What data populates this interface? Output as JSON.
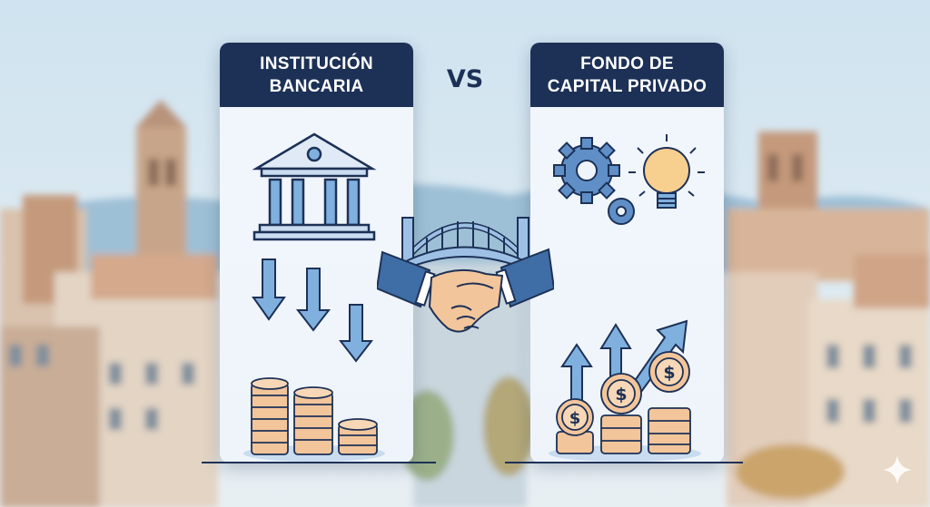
{
  "left_panel": {
    "title": "INSTITUCIÓN\nBANCARIA",
    "icons": [
      "bank-building-icon",
      "down-arrows-icon",
      "coin-stacks-icon"
    ]
  },
  "comparison": {
    "label": "VS",
    "icon": "handshake-bridge-icon"
  },
  "right_panel": {
    "title": "FONDO DE\nCAPITAL PRIVADO",
    "icons": [
      "gears-icon",
      "lightbulb-icon",
      "up-arrows-icon",
      "dollar-coins-icon"
    ]
  },
  "colors": {
    "navy": "#1d3157",
    "arrow_blue": "#7fb0de",
    "coin": "#f3c59a",
    "sky": "#cfe2ee"
  }
}
